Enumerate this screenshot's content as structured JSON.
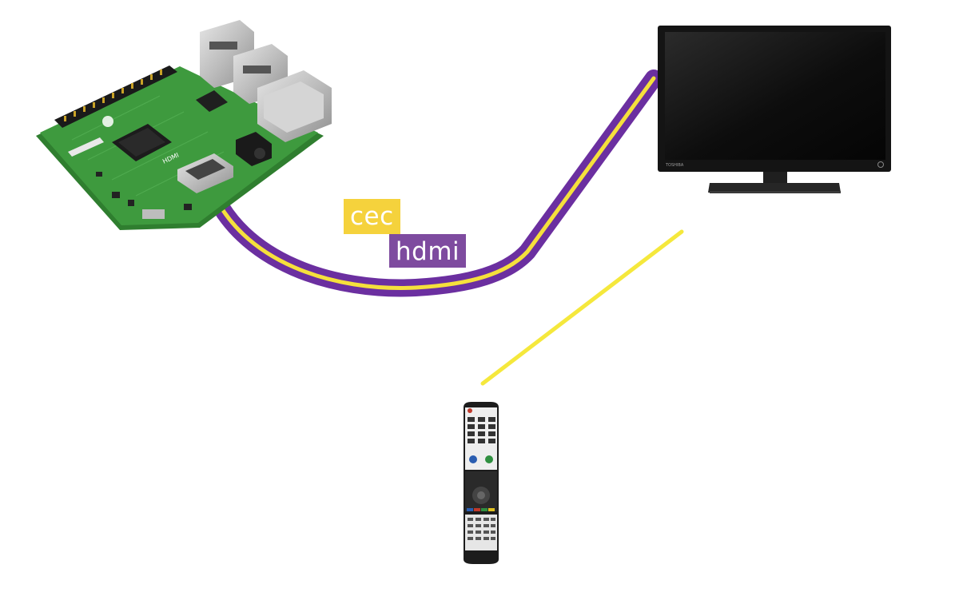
{
  "labels": {
    "cec": "cec",
    "hdmi": "hdmi"
  },
  "colors": {
    "hdmi_cable": "#6B2FA0",
    "cec_line": "#F5E03C",
    "cec_label_bg": "#F5D23C",
    "hdmi_label_bg": "#7E4B9F",
    "ir_beam": "#F5E83C",
    "pcb_green": "#3E9A3E",
    "tv_body": "#141414"
  },
  "devices": {
    "board_text": "HDMI",
    "tv_brand": "TOSHIBA"
  }
}
